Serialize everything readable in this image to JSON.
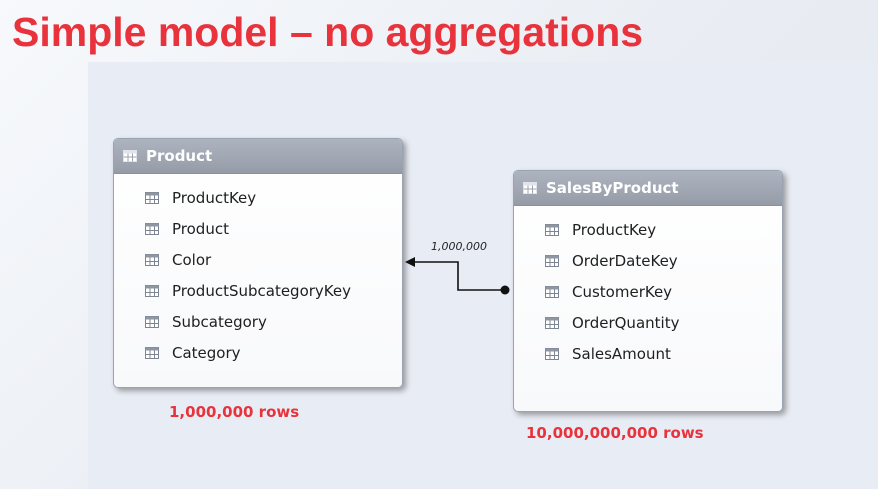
{
  "slide": {
    "title": "Simple model – no aggregations"
  },
  "tables": {
    "product": {
      "name": "Product",
      "fields": [
        "ProductKey",
        "Product",
        "Color",
        "ProductSubcategoryKey",
        "Subcategory",
        "Category"
      ],
      "row_count": "1,000,000 rows"
    },
    "sales": {
      "name": "SalesByProduct",
      "fields": [
        "ProductKey",
        "OrderDateKey",
        "CustomerKey",
        "OrderQuantity",
        "SalesAmount"
      ],
      "row_count": "10,000,000,000 rows"
    }
  },
  "relationship": {
    "label": "1,000,000"
  },
  "icons": {
    "table_header": "table-icon",
    "column": "column-icon"
  },
  "colors": {
    "accent": "#e8333c",
    "header": "#9ea5b1"
  }
}
